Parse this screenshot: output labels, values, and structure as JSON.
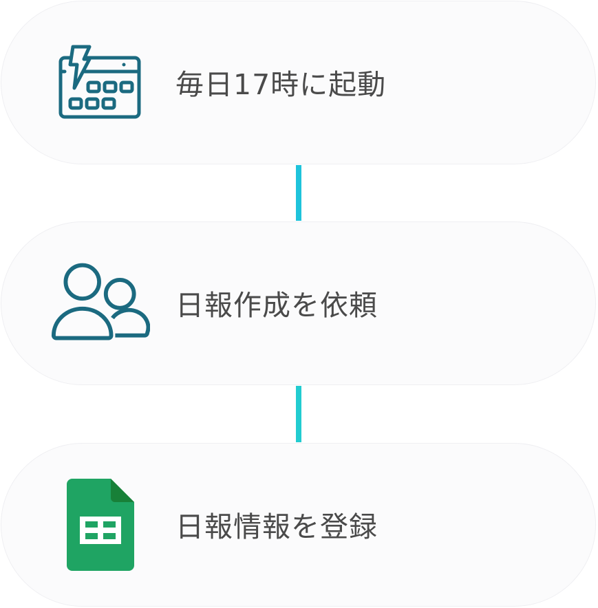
{
  "flow": {
    "steps": [
      {
        "label": "毎日17時に起動",
        "icon": "calendar-lightning-icon"
      },
      {
        "label": "日報作成を依頼",
        "icon": "users-icon"
      },
      {
        "label": "日報情報を登録",
        "icon": "google-sheets-icon"
      }
    ],
    "colors": {
      "icon_teal": "#1b6a80",
      "connector_1": "#1ec3db",
      "connector_2": "#22ccd0",
      "sheets_green": "#1fa463",
      "sheets_fold": "#188038",
      "card_bg": "#fbfbfc",
      "text": "#4a4a4a"
    }
  }
}
